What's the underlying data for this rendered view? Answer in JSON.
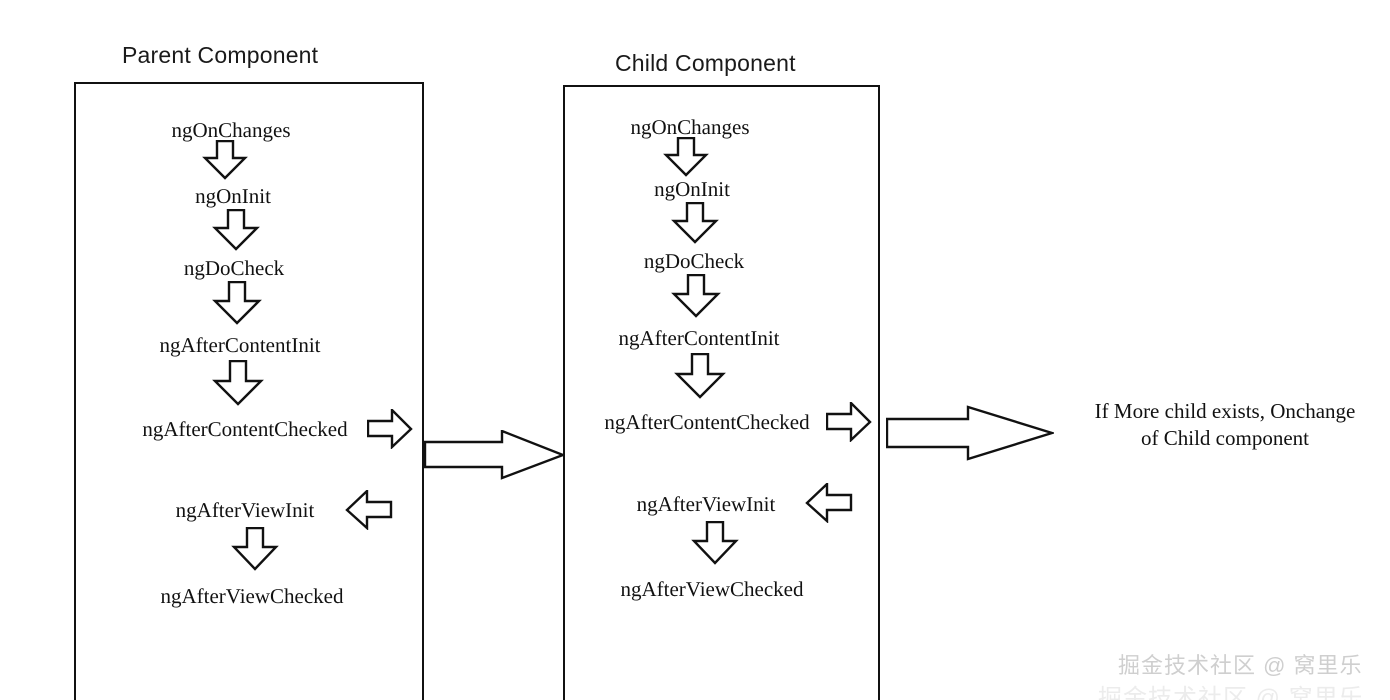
{
  "diagram": {
    "title_parent": "Parent Component",
    "title_child": "Child Component",
    "right_caption_line1": "If More child exists, Onchange",
    "right_caption_line2": "of Child component",
    "colors": {
      "stroke": "#111111",
      "fill": "#ffffff",
      "background": "#ffffff",
      "watermark": "#cfcfcf"
    }
  },
  "parent_component": {
    "label": "Parent Component",
    "hooks": [
      {
        "name": "ngOnChanges"
      },
      {
        "name": "ngOnInit"
      },
      {
        "name": "ngDoCheck"
      },
      {
        "name": "ngAfterContentInit"
      },
      {
        "name": "ngAfterContentChecked"
      },
      {
        "name": "ngAfterViewInit"
      },
      {
        "name": "ngAfterViewChecked"
      }
    ]
  },
  "child_component": {
    "label": "Child Component",
    "hooks": [
      {
        "name": "ngOnChanges"
      },
      {
        "name": "ngOnInit"
      },
      {
        "name": "ngDoCheck"
      },
      {
        "name": "ngAfterContentInit"
      },
      {
        "name": "ngAfterContentChecked"
      },
      {
        "name": "ngAfterViewInit"
      },
      {
        "name": "ngAfterViewChecked"
      }
    ]
  },
  "connectors": {
    "parent_out_label": "parent-content-checked-out-arrow",
    "parent_in_label": "parent-view-init-in-arrow",
    "parent_to_child_label": "parent-to-child-arrow",
    "child_out_label": "child-content-checked-out-arrow",
    "child_in_label": "child-view-init-in-arrow",
    "child_to_more_label": "child-to-more-children-arrow"
  },
  "watermark": {
    "line1": "掘金技术社区 @ 窝里乐",
    "line2": "掘金技术社区 @ 窝里乐"
  }
}
